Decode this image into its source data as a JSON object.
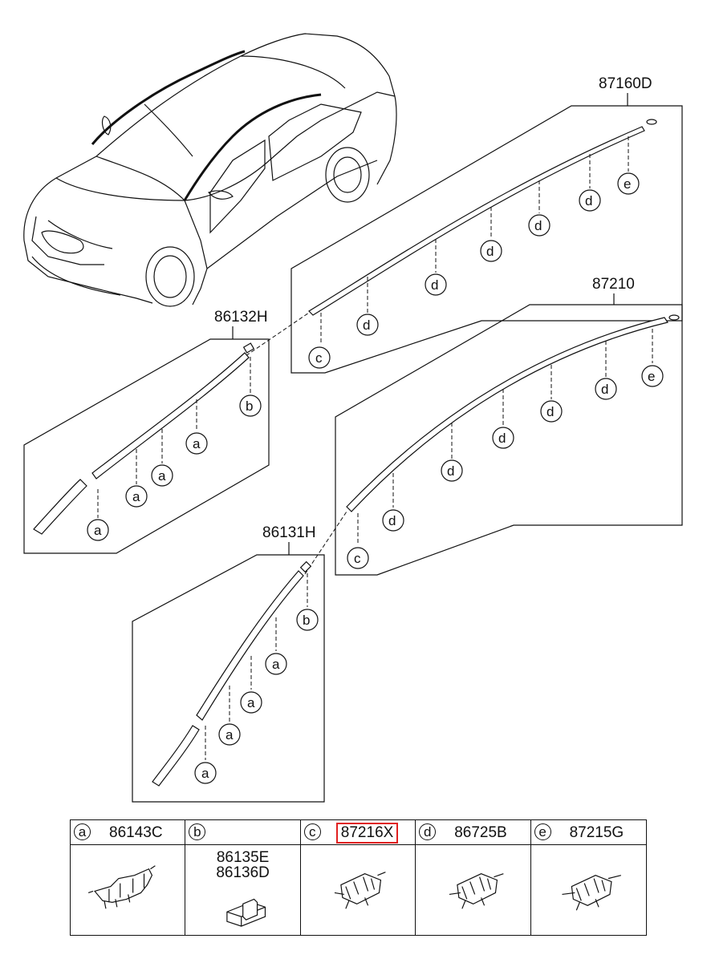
{
  "labels": {
    "part_87160D": "87160D",
    "part_87210": "87210",
    "part_86132H": "86132H",
    "part_86131H": "86131H"
  },
  "callouts": {
    "a": "a",
    "b": "b",
    "c": "c",
    "d": "d",
    "e": "e"
  },
  "legend": [
    {
      "letter": "a",
      "part": "86143C"
    },
    {
      "letter": "b",
      "part": "",
      "parts_below": [
        "86135E",
        "86136D"
      ]
    },
    {
      "letter": "c",
      "part": "87216X",
      "highlighted": true
    },
    {
      "letter": "d",
      "part": "86725B"
    },
    {
      "letter": "e",
      "part": "87215G"
    }
  ],
  "colors": {
    "line": "#111111",
    "highlight": "#e02020",
    "background": "#ffffff"
  }
}
